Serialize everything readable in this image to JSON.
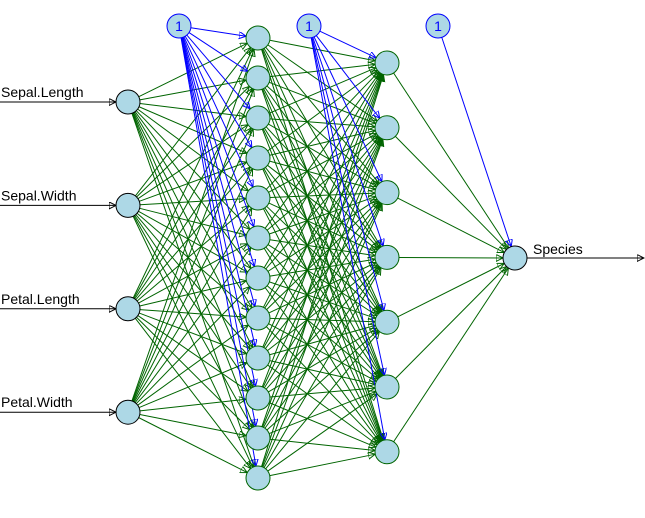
{
  "diagram": {
    "type": "neural-network",
    "colors": {
      "node_fill": "#ADD8E6",
      "input_output_stroke": "#000000",
      "hidden_stroke": "#006400",
      "weight_edge": "#006400",
      "bias_edge": "#0000FF",
      "bias_stroke": "#0000FF"
    },
    "inputs": [
      "Sepal.Length",
      "Sepal.Width",
      "Petal.Length",
      "Petal.Width"
    ],
    "hidden_layers": [
      12,
      7
    ],
    "outputs": [
      "Species"
    ],
    "bias_label": "1"
  }
}
